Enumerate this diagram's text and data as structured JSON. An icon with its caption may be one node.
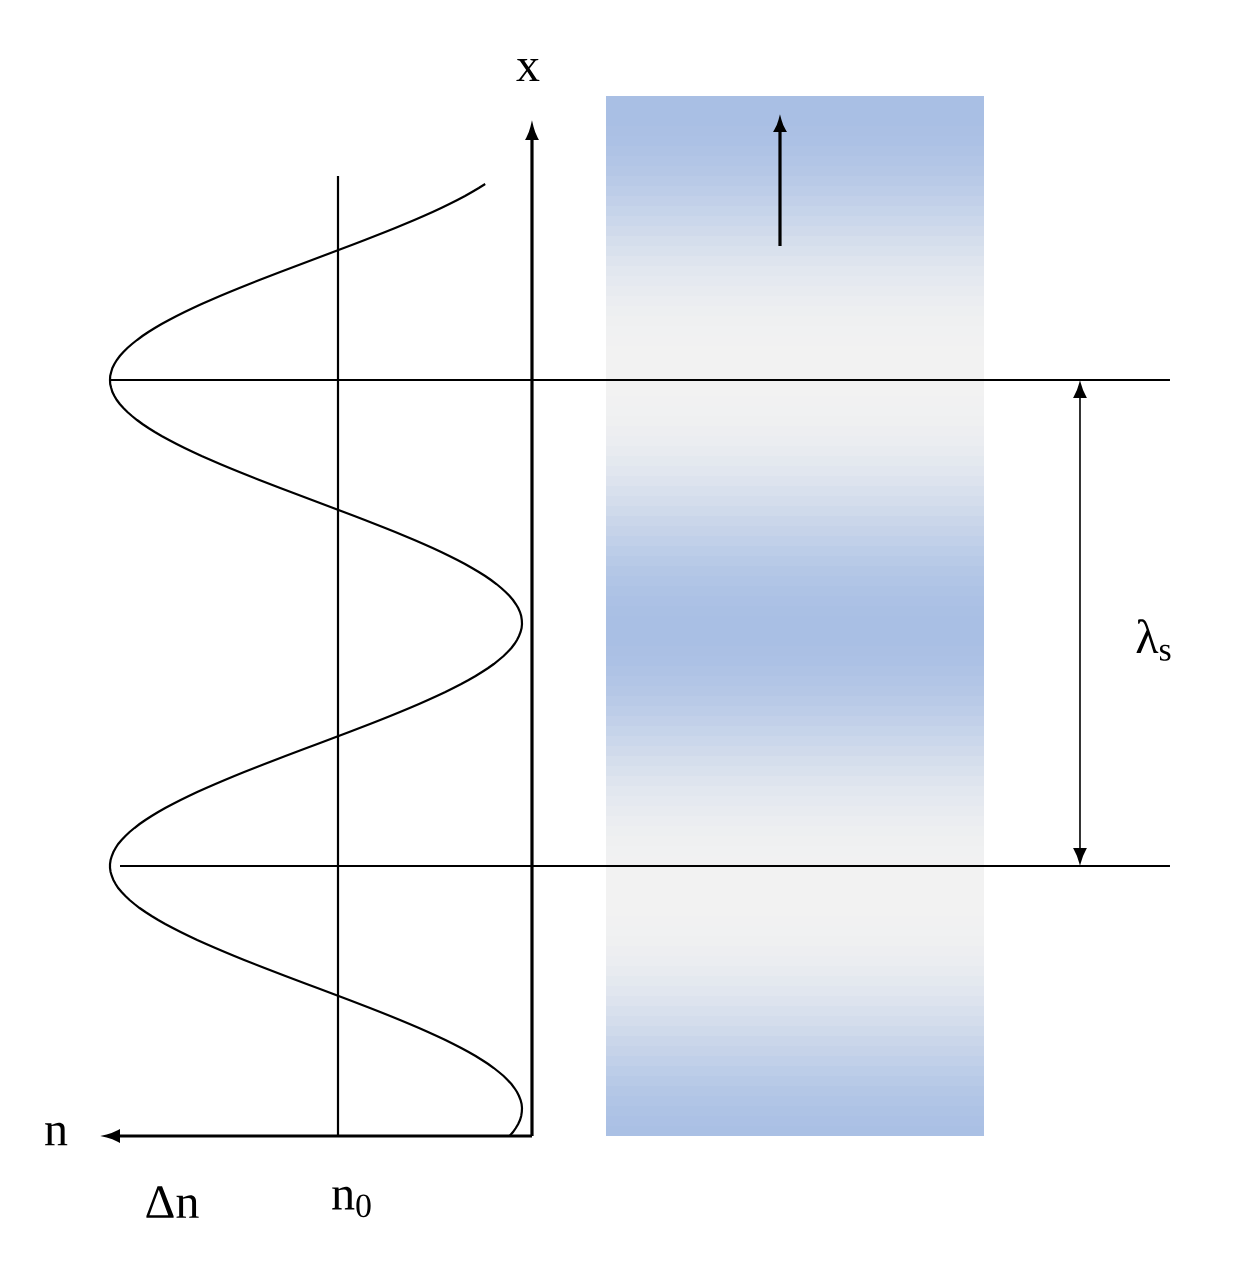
{
  "diagram": {
    "labels": [
      "x",
      "n",
      "Δn",
      "n$_{0}$",
      "λ$_{s}$"
    ]
  }
}
